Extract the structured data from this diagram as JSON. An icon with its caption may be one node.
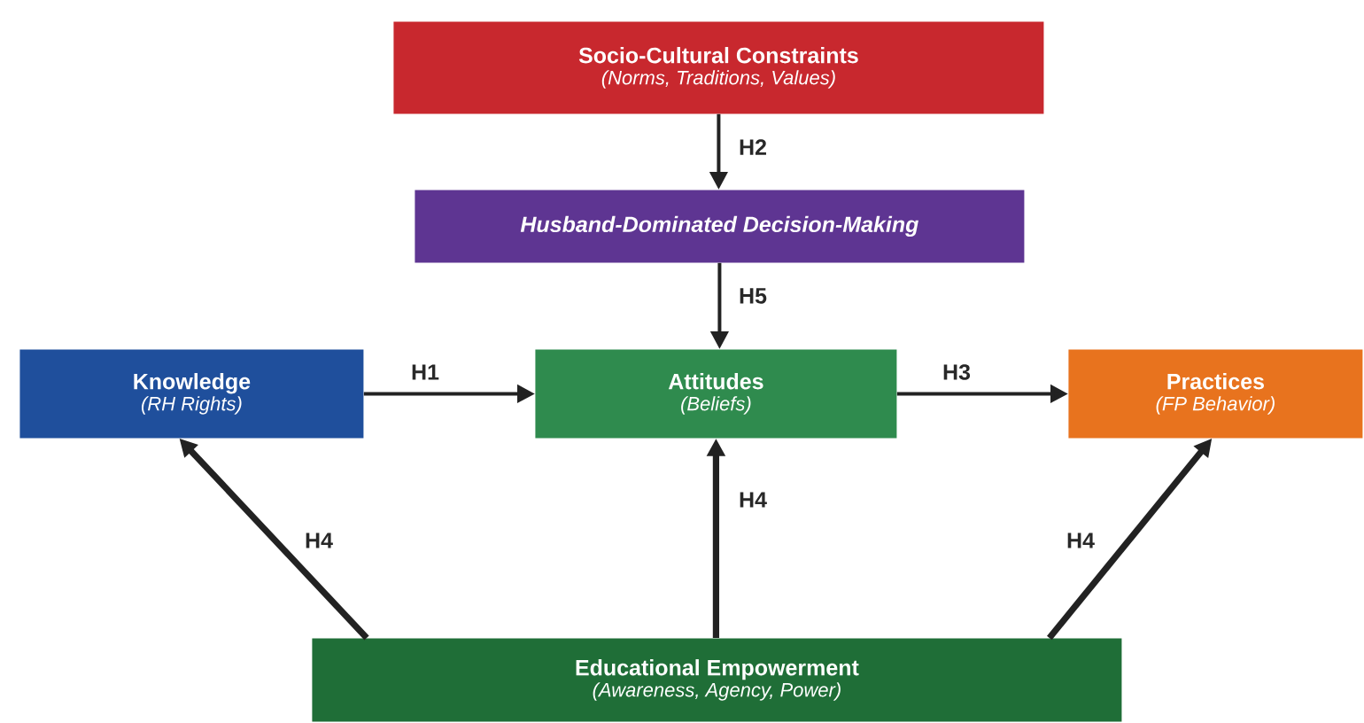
{
  "diagram": {
    "nodes": [
      {
        "text": [
          "Socio-Cultural Constraints",
          "(Norms, Traditions, Values)"
        ]
      },
      {
        "text": [
          "Husband-Dominated Decision-Making"
        ]
      },
      {
        "text": [
          "Knowledge",
          "(RH Rights)"
        ]
      },
      {
        "text": [
          "Attitudes",
          "(Beliefs)"
        ]
      },
      {
        "text": [
          "Practices",
          "(FP Behavior)"
        ]
      },
      {
        "text": [
          "Educational Empowerment",
          "(Awareness, Agency, Power)"
        ]
      }
    ],
    "edges": [
      {
        "from": 0,
        "to": 1,
        "arrow": "to",
        "label": "H2"
      },
      {
        "from": 1,
        "to": 3,
        "arrow": "to",
        "label": "H5"
      },
      {
        "from": 2,
        "to": 3,
        "arrow": "to",
        "label": "H1"
      },
      {
        "from": 3,
        "to": 4,
        "arrow": "to",
        "label": "H3"
      },
      {
        "from": 5,
        "to": 2,
        "arrow": "to",
        "label": "H4",
        "style": "thick"
      },
      {
        "from": 5,
        "to": 3,
        "arrow": "to",
        "label": "H4",
        "style": "thick"
      },
      {
        "from": 5,
        "to": 4,
        "arrow": "to",
        "label": "H4",
        "style": "thick"
      }
    ]
  }
}
